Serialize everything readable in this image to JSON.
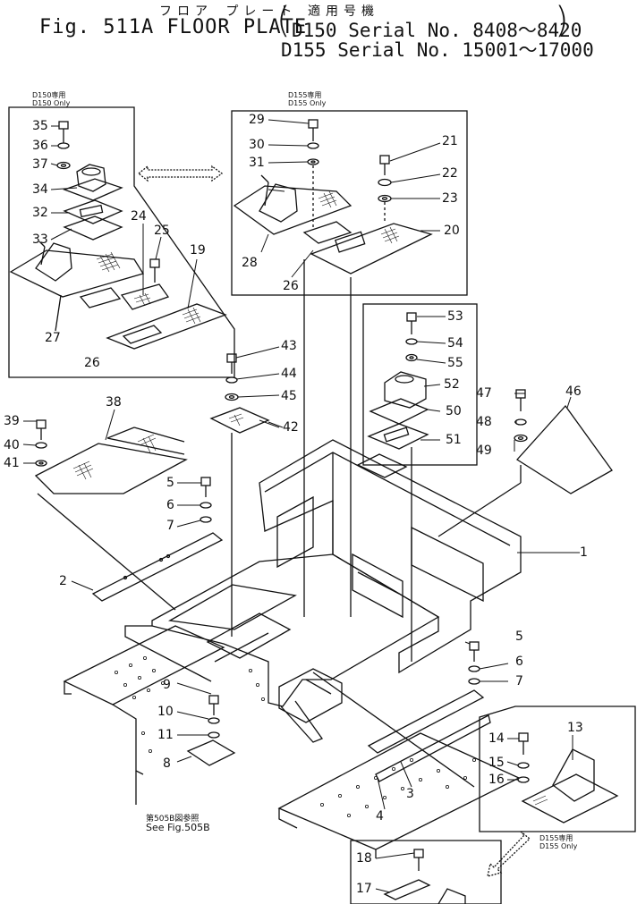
{
  "title": {
    "japanese": "フロア プレート",
    "japanese_applicable": "適用号機",
    "main": "Fig. 511A FLOOR PLATE",
    "serial_1": "D150 Serial No. 8408～8420",
    "serial_2": "D155 Serial No. 15001～17000"
  },
  "insets": {
    "d150_jp": "D150専用",
    "d150_only": "D150 Only",
    "d155_jp": "D155専用",
    "d155_only": "D155 Only",
    "d155_bottom_jp": "D155専用",
    "d155_bottom_only": "D155 Only"
  },
  "reference": {
    "jp": "第505B図参照",
    "en": "See Fig.505B"
  },
  "callouts": [
    "1",
    "2",
    "3",
    "4",
    "5",
    "6",
    "7",
    "8",
    "9",
    "10",
    "11",
    "13",
    "14",
    "15",
    "16",
    "17",
    "18",
    "19",
    "20",
    "21",
    "22",
    "23",
    "24",
    "25",
    "26",
    "27",
    "28",
    "29",
    "30",
    "31",
    "32",
    "33",
    "34",
    "35",
    "36",
    "37",
    "38",
    "39",
    "40",
    "41",
    "42",
    "43",
    "44",
    "45",
    "46",
    "47",
    "48",
    "49",
    "50",
    "51",
    "52",
    "53",
    "54",
    "55"
  ]
}
